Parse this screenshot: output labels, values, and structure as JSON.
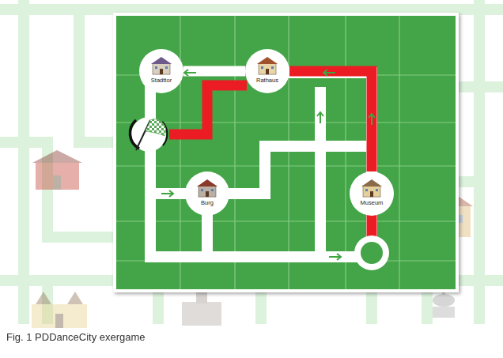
{
  "diagram": {
    "caption": "Fig. 1 PDDanceCity exergame",
    "nodes": [
      {
        "text": [
          "Stadttor"
        ]
      },
      {
        "text": [
          "Rathaus"
        ]
      },
      {
        "text": [
          "Burg"
        ]
      },
      {
        "text": [
          "Museum"
        ]
      }
    ],
    "edges": [
      {
        "from": 1,
        "to": 0,
        "arrow": "none"
      },
      {
        "from": 3,
        "to": 1,
        "arrow": "none"
      }
    ]
  }
}
